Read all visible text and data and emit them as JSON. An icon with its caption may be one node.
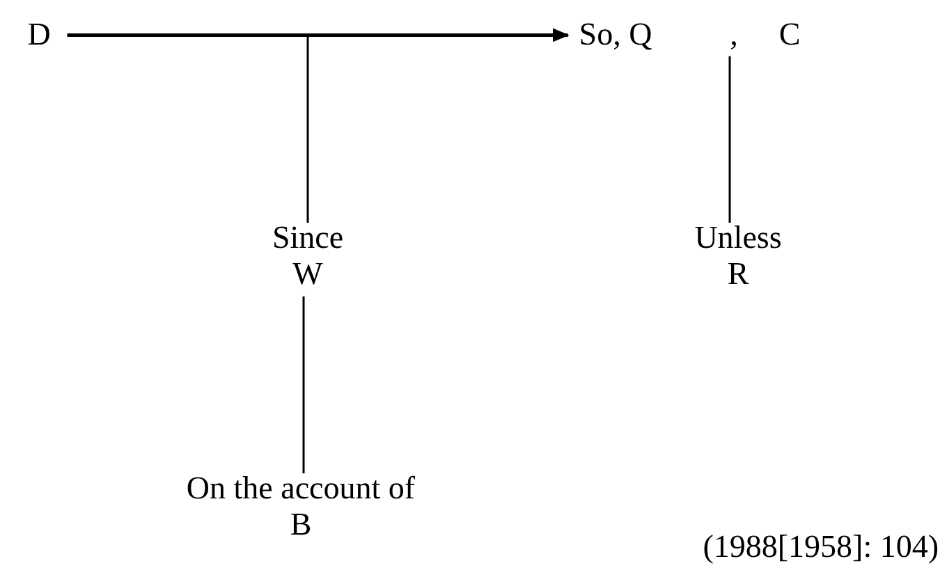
{
  "diagram": {
    "nodes": [
      {
        "text": [
          "D"
        ]
      },
      {
        "text": [
          "So, Q"
        ]
      },
      {
        "text": [
          ","
        ]
      },
      {
        "text": [
          "C"
        ]
      },
      {
        "text": [
          "Since",
          "W"
        ]
      },
      {
        "text": [
          "Unless",
          "R"
        ]
      },
      {
        "text": [
          "On the account of",
          "B"
        ]
      }
    ],
    "edges": [
      {
        "from": 0,
        "to": 1,
        "arrow": "to"
      },
      {
        "from": 0,
        "to": 4,
        "arrow": "none"
      },
      {
        "from": 2,
        "to": 5,
        "arrow": "none"
      },
      {
        "from": 4,
        "to": 6,
        "arrow": "none"
      }
    ],
    "labels": [
      "(1988[1958]: 104)"
    ]
  }
}
